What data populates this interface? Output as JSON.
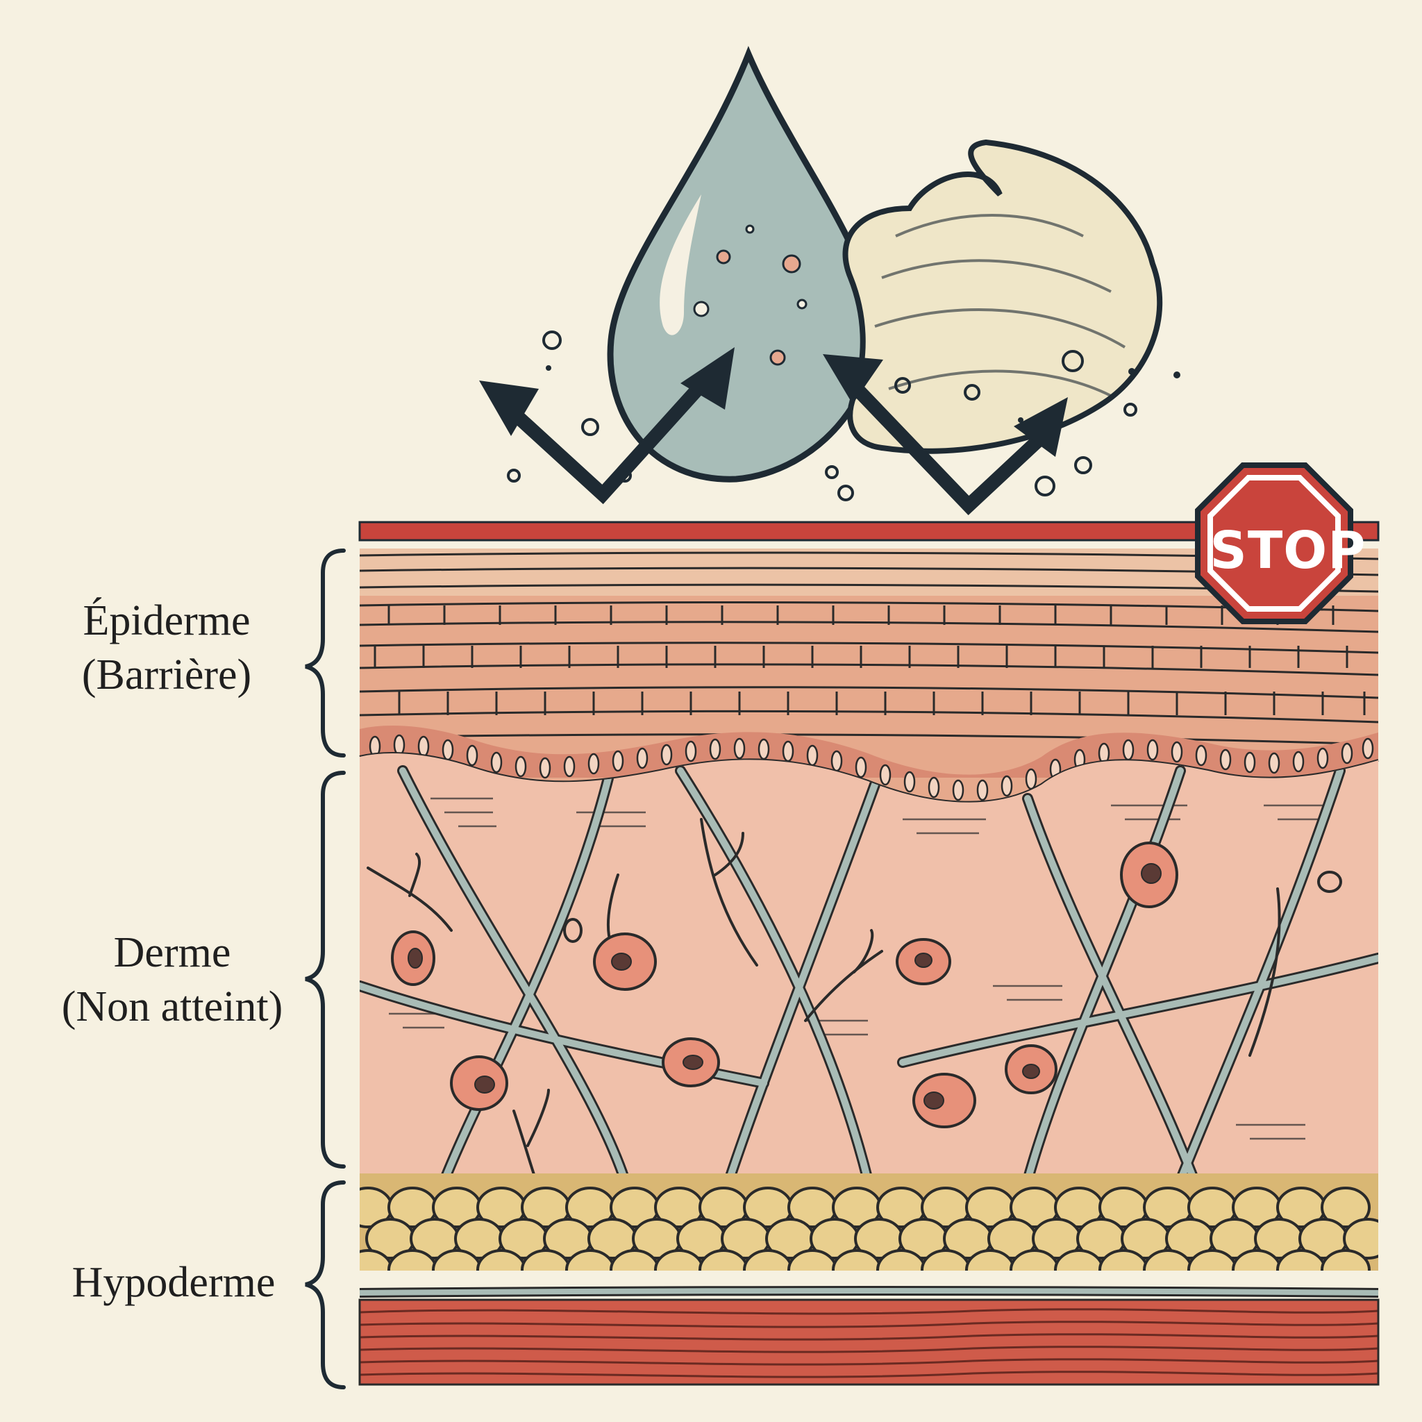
{
  "labels": {
    "epidermis_line1": "Épiderme",
    "epidermis_line2": "(Barrière)",
    "dermis_line1": "Derme",
    "dermis_line2": "(Non atteint)",
    "hypodermis": "Hypoderme"
  },
  "stop_sign": {
    "text": "STOP"
  },
  "colors": {
    "background": "#f6f1e1",
    "outline": "#1e2a33",
    "barrier_red": "#c9443c",
    "epidermis": "#e6a98c",
    "basal_cells": "#d98a73",
    "dermis": "#f0c0aa",
    "fibers": "#9fb3ad",
    "fat_cells": "#e9cf8e",
    "muscle": "#cf5b4a",
    "droplet": "#a8bdb8",
    "cream": "#efe6c8"
  }
}
